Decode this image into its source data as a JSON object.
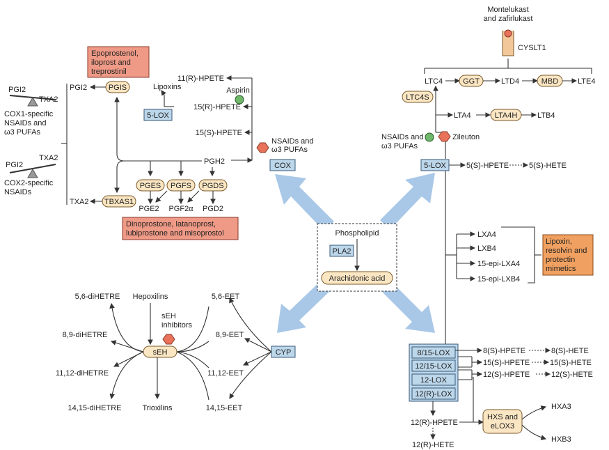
{
  "center": {
    "phospholipid": "Phospholipid",
    "pla2": "PLA2",
    "aa": "Arachidonic acid"
  },
  "cox": {
    "cox": "COX",
    "nsaids_w3": "NSAIDs and ω3 PUFAs",
    "aspirin": "Aspirin",
    "hpete11r": "11(R)-HPETE",
    "hpete15r": "15(R)-HPETE",
    "hpete15s": "15(S)-HPETE",
    "lox5": "5-LOX",
    "lipoxins": "Lipoxins",
    "pgh2": "PGH2",
    "pgis": "PGIS",
    "pgi2": "PGI2",
    "epo_box": [
      "Epoprostenol,",
      "iloprost and",
      "treprostinil"
    ],
    "pges": "PGES",
    "pgfs": "PGFS",
    "pgds": "PGDS",
    "tbxas1": "TBXAS1",
    "pge2": "PGE2",
    "pgf2a": "PGF2α",
    "pgd2": "PGD2",
    "txa2": "TXA2",
    "dino_box": [
      "Dinoprostone, latanoprost,",
      "lubiprostone and misoprostol"
    ],
    "cox1_label": [
      "COX1-specific",
      "NSAIDs and",
      "ω3 PUFAs"
    ],
    "cox2_label": [
      "COX2-specific",
      "NSAIDs"
    ],
    "seesaw_pgi2": "PGI2",
    "seesaw_txa2": "TXA2"
  },
  "lox": {
    "montelukast": [
      "Montelukast",
      "and zafirlukast"
    ],
    "cysltr1": "CYSLT1",
    "ltc4": "LTC4",
    "ggt": "GGT",
    "ltd4": "LTD4",
    "mbd": "MBD",
    "lte4": "LTE4",
    "ltc4s": "LTC4S",
    "lta4": "LTA4",
    "lta4h": "LTA4H",
    "ltb4": "LTB4",
    "nsaids_w3": [
      "NSAIDs and",
      "ω3 PUFAs"
    ],
    "zileuton": "Zileuton",
    "lox5": "5-LOX",
    "hpete5s": "5(S)-HPETE",
    "hete5s": "5(S)-HETE",
    "lxa4": "LXA4",
    "lxb4": "LXB4",
    "epi_lxa4": "15-epi-LXA4",
    "epi_lxb4": "15-epi-LXB4",
    "lipoxin_box": [
      "Lipoxin,",
      "resolvin and",
      "protectin",
      "mimetics"
    ],
    "lox815": "8/15-LOX",
    "lox1215": "12/15-LOX",
    "lox12": "12-LOX",
    "lox12r": "12(R)-LOX",
    "hpete8s": "8(S)-HPETE",
    "hete8s": "8(S)-HETE",
    "hpete15s": "15(S)-HPETE",
    "hete15s": "15(S)-HETE",
    "hpete12s": "12(S)-HPETE",
    "hete12s": "12(S)-HETE",
    "hpete12r": "12(R)-HPETE",
    "hete12r": "12(R)-HETE",
    "hxs": [
      "HXS and",
      "eLOX3"
    ],
    "hxa3": "HXA3",
    "hxb3": "HXB3"
  },
  "cyp": {
    "cyp": "CYP",
    "seh": "sEH",
    "seh_inh": [
      "sEH",
      "inhibitors"
    ],
    "hepoxilins": "Hepoxilins",
    "trioxilins": "Trioxilins",
    "d56": "5,6-diHETRE",
    "d89": "8,9-diHETRE",
    "d1112": "11,12-diHETRE",
    "d1415": "14,15-diHETRE",
    "e56": "5,6-EET",
    "e89": "8,9-EET",
    "e1112": "11,12-EET",
    "e1415": "14,15-EET"
  },
  "colors": {
    "enzyme": "#fbe6c3",
    "blue": "#bcd6ea",
    "salmon": "#ef9a86",
    "orange": "#f0a060",
    "arrow": "#a9c8e8"
  }
}
